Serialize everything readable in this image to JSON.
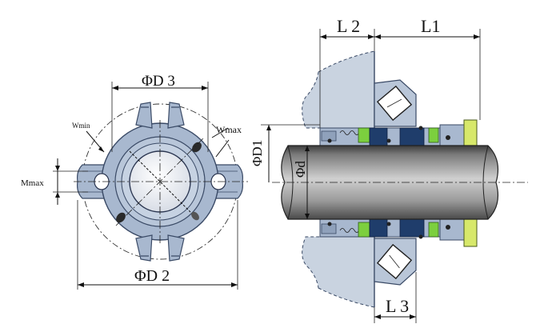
{
  "diagram": {
    "labels": {
      "d3": "ΦD 3",
      "d2": "ΦD 2",
      "wmin": "Wmin",
      "wmax": "Wmax",
      "mmax": "Mmax",
      "l2": "L 2",
      "l1": "L1",
      "l3": "L 3",
      "d1": "ΦD1",
      "d": "Φd"
    },
    "colors": {
      "part_fill": "#a8b8cf",
      "part_stroke": "#3a4a66",
      "housing": "#c9d3e0",
      "shaft_dark": "#4a4a4a",
      "shaft_light": "#bdbdbd",
      "seal_blue": "#1f3d6b",
      "seal_green": "#7ccf3e",
      "collar_yellow": "#d7e86a"
    }
  }
}
